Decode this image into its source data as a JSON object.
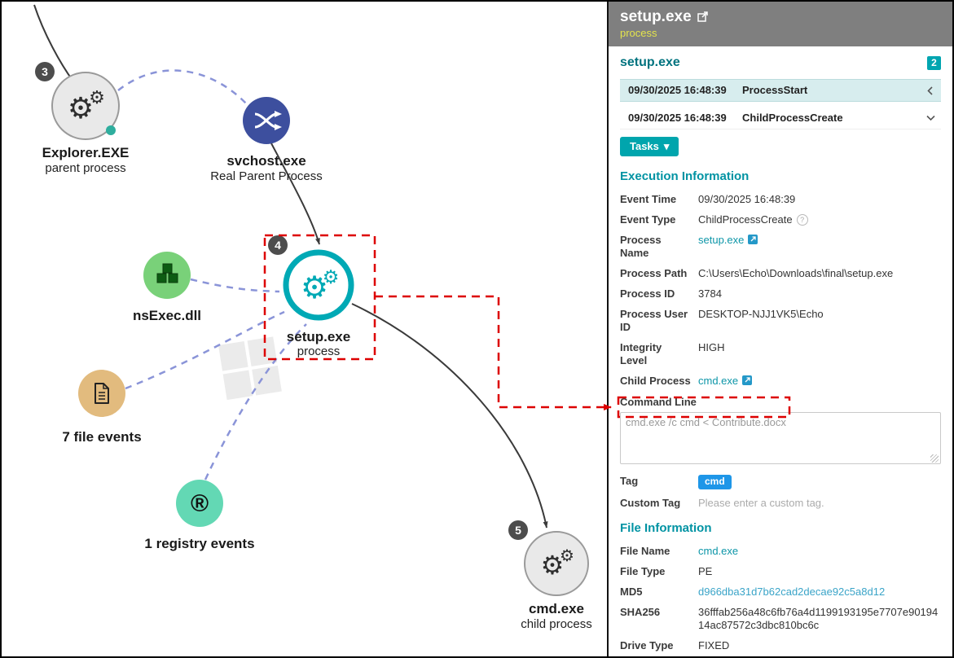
{
  "colors": {
    "accent_teal": "#00a5b0",
    "heading_teal": "#0093a3",
    "link_teal": "#0d96a8",
    "hash_link_blue": "#3aa4c8",
    "highlight_red": "#dd0000",
    "tag_blue": "#1e96e8",
    "header_gray": "#7f7f7f",
    "header_subtitle_yellow": "#e3e34d",
    "event_row_highlight": "#d7edee",
    "node_blue": "#3d4f9e",
    "node_green": "#79d179",
    "node_tan": "#e2bb7e",
    "node_mint": "#63d8b4",
    "edge_dashed_purple": "#8a94d8"
  },
  "icons": {
    "gear": "⚙",
    "registered": "®",
    "caret_down": "▾",
    "question": "?"
  },
  "graph": {
    "nodes": {
      "explorer": {
        "label": "Explorer.EXE",
        "sublabel": "parent process",
        "badge": "3",
        "icon": "gears-icon"
      },
      "svchost": {
        "label": "svchost.exe",
        "sublabel": "Real Parent Process",
        "icon": "shuffle-icon"
      },
      "setup": {
        "label": "setup.exe",
        "sublabel": "process",
        "badge": "4",
        "icon": "gears-icon"
      },
      "nsexec": {
        "label": "nsExec.dll",
        "icon": "cubes-icon"
      },
      "file_events": {
        "label": "7 file events",
        "icon": "document-icon"
      },
      "registry_events": {
        "label": "1 registry events",
        "icon": "registered-mark-icon"
      },
      "cmd": {
        "label": "cmd.exe",
        "sublabel": "child process",
        "badge": "5",
        "icon": "gears-icon"
      }
    }
  },
  "panel": {
    "header": {
      "title": "setup.exe",
      "subtitle": "process"
    },
    "summary": {
      "title": "setup.exe",
      "event_count": "2"
    },
    "events": [
      {
        "time": "09/30/2025 16:48:39",
        "type": "ProcessStart"
      },
      {
        "time": "09/30/2025 16:48:39",
        "type": "ChildProcessCreate"
      }
    ],
    "tasks_button": "Tasks",
    "execution_info": {
      "heading": "Execution Information",
      "event_time": {
        "label": "Event Time",
        "value": "09/30/2025 16:48:39"
      },
      "event_type": {
        "label": "Event Type",
        "value": "ChildProcessCreate"
      },
      "process_name": {
        "label": "Process Name",
        "value": "setup.exe"
      },
      "process_path": {
        "label": "Process Path",
        "value": "C:\\Users\\Echo\\Downloads\\final\\setup.exe"
      },
      "process_id": {
        "label": "Process ID",
        "value": "3784"
      },
      "process_user_id": {
        "label": "Process User ID",
        "value": "DESKTOP-NJJ1VK5\\Echo"
      },
      "integrity_level": {
        "label": "Integrity Level",
        "value": "HIGH"
      },
      "child_process": {
        "label": "Child Process",
        "value": "cmd.exe"
      },
      "command_line": {
        "label": "Command Line",
        "value": "cmd.exe /c cmd < Contribute.docx"
      },
      "tag": {
        "label": "Tag",
        "value": "cmd"
      },
      "custom_tag": {
        "label": "Custom Tag",
        "placeholder": "Please enter a custom tag."
      }
    },
    "file_info": {
      "heading": "File Information",
      "file_name": {
        "label": "File Name",
        "value": "cmd.exe"
      },
      "file_type": {
        "label": "File Type",
        "value": "PE"
      },
      "md5": {
        "label": "MD5",
        "value": "d966dba31d7b62cad2decae92c5a8d12"
      },
      "sha256": {
        "label": "SHA256",
        "value": "36fffab256a48c6fb76a4d1199193195e7707e9019414ac87572c3dbc810bc6c"
      },
      "drive_type": {
        "label": "Drive Type",
        "value": "FIXED"
      }
    }
  }
}
